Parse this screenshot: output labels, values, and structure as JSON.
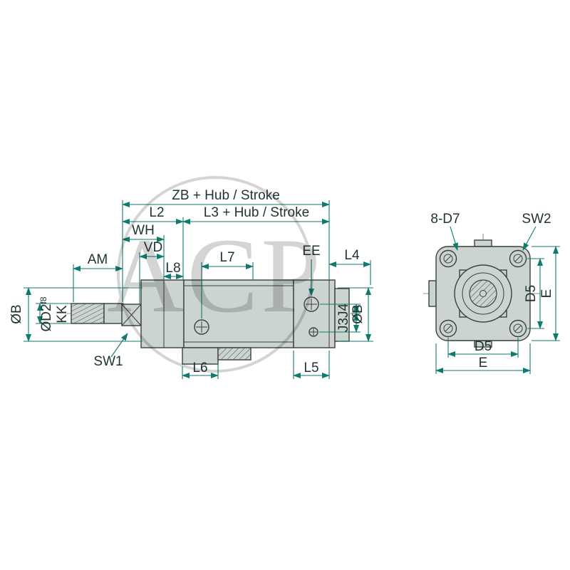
{
  "drawing": {
    "type": "pneumatic cylinder dimensional drawing",
    "colors": {
      "dimension_line": "#0f7a6e",
      "part_fill": "#ccd4cf",
      "part_outline": "#3b3f3e",
      "watermark": "#c6c6c6"
    }
  },
  "watermark": {
    "text": "ACP"
  },
  "side_view": {
    "dims": {
      "zb": "ZB + Hub / Stroke",
      "l2": "L2",
      "l3": "L3 + Hub / Stroke",
      "wh": "WH",
      "vd": "VD",
      "am": "AM",
      "l8": "L8",
      "l7": "L7",
      "ee": "EE",
      "l4": "L4",
      "ob_left": "ØB",
      "od2": "ØD2",
      "od2_tol": "f8",
      "kk": "KK",
      "sw1": "SW1",
      "l6": "L6",
      "l5": "L5",
      "j3j4": "J3J4",
      "ob_right": "ØB"
    }
  },
  "end_view": {
    "dims": {
      "holes": "8-D7",
      "sw2": "SW2",
      "d5_right": "D5",
      "e_right": "E",
      "d5_bottom": "D5",
      "e_bottom": "E"
    }
  }
}
